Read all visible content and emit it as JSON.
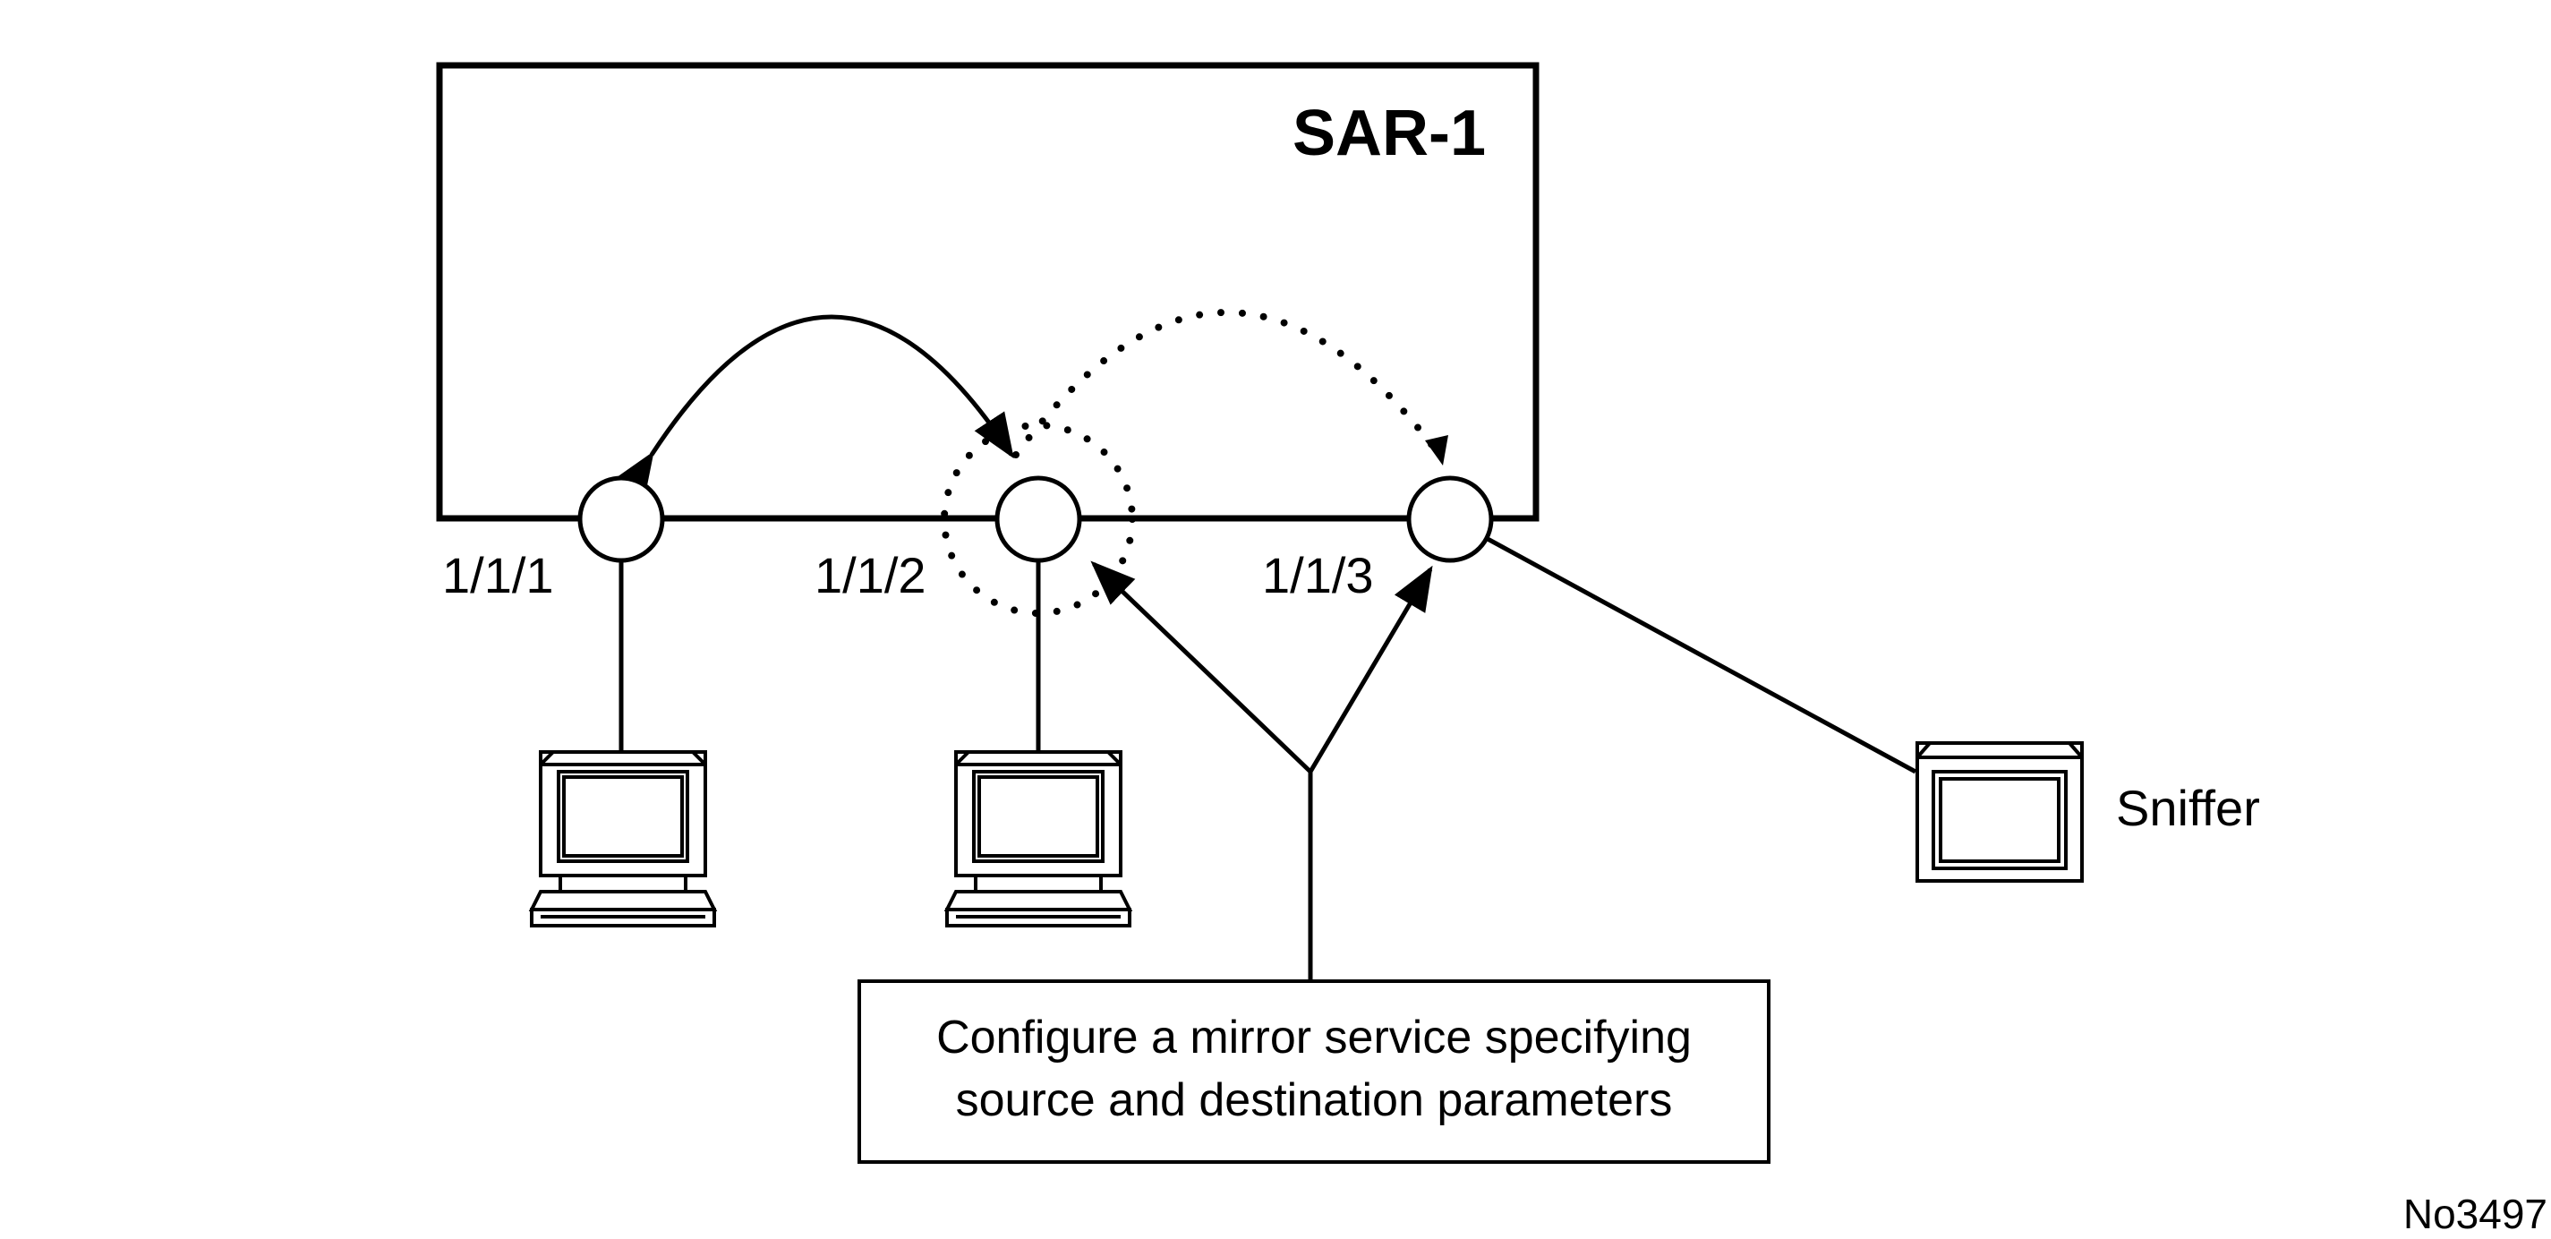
{
  "router": {
    "label": "SAR-1"
  },
  "ports": [
    {
      "id": "port-1-1-1",
      "label": "1/1/1"
    },
    {
      "id": "port-1-1-2",
      "label": "1/1/2"
    },
    {
      "id": "port-1-1-3",
      "label": "1/1/3"
    }
  ],
  "sniffer": {
    "label": "Sniffer"
  },
  "note": {
    "line1": "Configure a mirror service specifying",
    "line2": "source and destination parameters"
  },
  "figure_id": "No3497"
}
